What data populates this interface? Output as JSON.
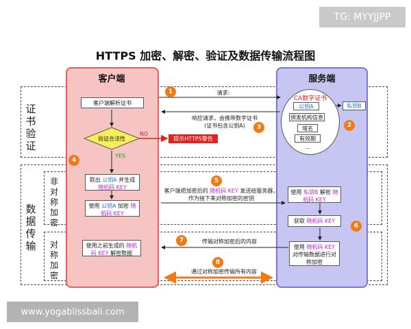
{
  "watermark_tg": "TG: MYYJJPP",
  "watermark_site": "www.yogablissbali.com",
  "title": "HTTPS 加密、解密、验证及数据传输流程图",
  "client_lane": "客户端",
  "server_lane": "服务端",
  "section_cert": "证书验证",
  "section_data": "数据传输",
  "sub_asym": "非对称加密",
  "sub_sym": "对称加密",
  "client": {
    "parse_cert": "客户端解析证书",
    "validate": "验证合法性",
    "yes": "YES",
    "no": "NO",
    "alert": "提示HTTPS警告",
    "take_pub_1": "取出 ",
    "take_pub_key": "公钥A",
    "take_pub_2": " 并生成 ",
    "take_pub_rand": "随机码 KEY",
    "encrypt_1": "使用 ",
    "encrypt_key": "公钥A",
    "encrypt_2": " 加密 ",
    "encrypt_rand": "随机码 KEY",
    "decrypt_1": "使用之前生成的 ",
    "decrypt_rand": "随机码 KEY",
    "decrypt_2": " 解密数据"
  },
  "server": {
    "ca_title": "CA数字证书",
    "pub_key": "公钥A",
    "priv_key": "私钥B",
    "issuer": "颁发机构信息",
    "domain": "域名",
    "validity": "有效期",
    "ellipsis": "...",
    "decrypt_1": "使用 ",
    "decrypt_priv": "私钥B",
    "decrypt_2": " 解密",
    "decrypt_rand": "随机码 KEY",
    "get_1": "获取 ",
    "get_rand": "随机码 KEY",
    "enc_1": "使用 ",
    "enc_rand": "随机码 KEY",
    "enc_2": " 对传输数据进行对称加密"
  },
  "messages": {
    "m1": "请求:",
    "m3_line1": "响应请求，会携带数字证书",
    "m3_line2": "(证书包含公钥A)",
    "m5_1": "客户端把加密后的 ",
    "m5_rand": "随机码 KEY",
    "m5_2": " 发送给服务器，作为接下来对称加密的密钥",
    "m7": "传输对称加密后的内容",
    "m8": "通过对称加密传输所有内容"
  },
  "steps": [
    "1",
    "2",
    "3",
    "4",
    "5",
    "6",
    "7",
    "8"
  ],
  "colors": {
    "client_fill": "#f7c4c4",
    "server_fill": "#c7c6f2",
    "step_badge": "#f07a14",
    "highlight_text": "#c026d3",
    "alert": "#e3231d",
    "diamond": "#f7ee5b",
    "bidirectional_arrow": "#f07a14"
  }
}
